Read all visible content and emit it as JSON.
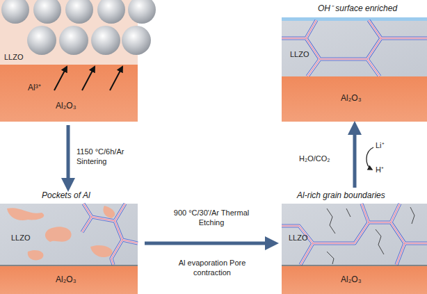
{
  "diagram": {
    "nodes": [
      {
        "text": [
          "LLZO",
          "Al³⁺",
          "Al₂O₃"
        ]
      },
      {
        "text": [
          "Pockets of Al",
          "LLZO",
          "Al₂O₃"
        ]
      },
      {
        "text": [
          "Al-rich grain boundaries",
          "LLZO",
          "Al₂O₃"
        ]
      },
      {
        "text": [
          "OH⁻ surface enriched",
          "LLZO",
          "Al₂O₃"
        ]
      }
    ],
    "edges": [
      {
        "from": 0,
        "to": 1,
        "arrow": "to",
        "label": "1150 °C/6h/Ar Sintering"
      },
      {
        "from": 1,
        "to": 2,
        "arrow": "to",
        "label": "900 °C/30'/Ar Thermal Etching"
      },
      {
        "from": 2,
        "to": 3,
        "arrow": "to",
        "label": "H₂O/CO₂"
      }
    ],
    "labels": [
      "Al evaporation Pore contraction",
      "Li⁺",
      "H⁺"
    ]
  }
}
